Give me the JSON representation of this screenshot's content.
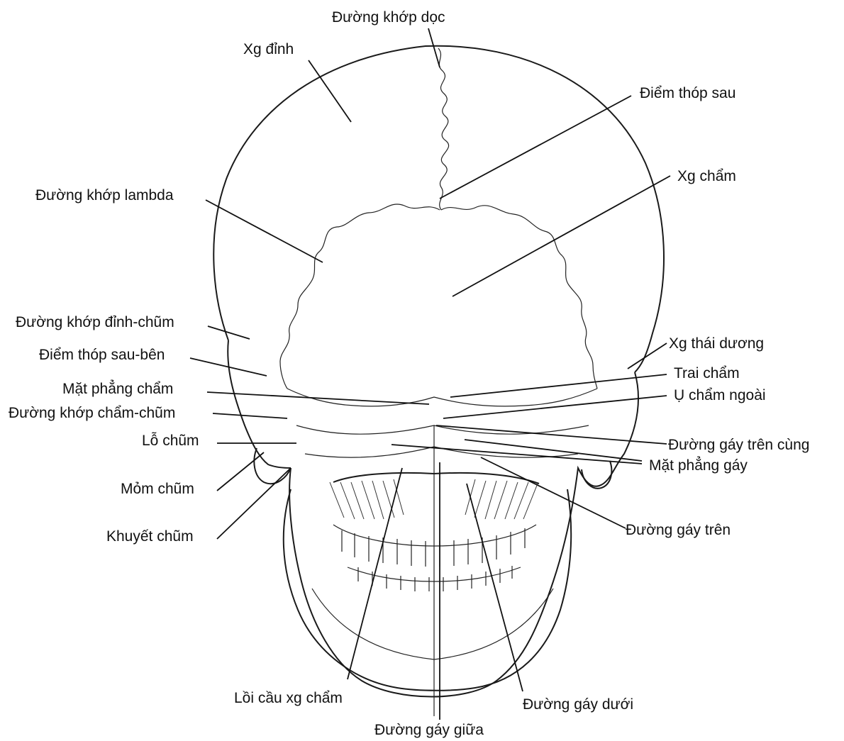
{
  "labels": {
    "sagittal_suture": "Đường khớp dọc",
    "parietal_bone": "Xg đỉnh",
    "lambda": "Điểm thóp sau",
    "occipital_bone": "Xg chẩm",
    "lambdoid_suture": "Đường khớp lambda",
    "parietomastoid_suture": "Đường khớp đỉnh-chũm",
    "asterion": "Điểm thóp sau-bên",
    "temporal_bone": "Xg thái dương",
    "occipital_plane": "Mặt phẳng chẩm",
    "occipital_planum": "Trai chẩm",
    "ext_occipital_protuberance": "Ụ chẩm ngoài",
    "occipitomastoid_suture": "Đường khớp chẩm-chũm",
    "mastoid_foramen": "Lỗ chũm",
    "highest_nuchal_line": "Đường gáy trên cùng",
    "nuchal_plane": "Mặt phẳng gáy",
    "mastoid_process": "Mỏm chũm",
    "mastoid_notch": "Khuyết chũm",
    "superior_nuchal_line": "Đường gáy trên",
    "occipital_condyle": "Lồi cầu xg chẩm",
    "inferior_nuchal_line": "Đường gáy dưới",
    "median_nuchal_line": "Đường gáy giữa"
  }
}
